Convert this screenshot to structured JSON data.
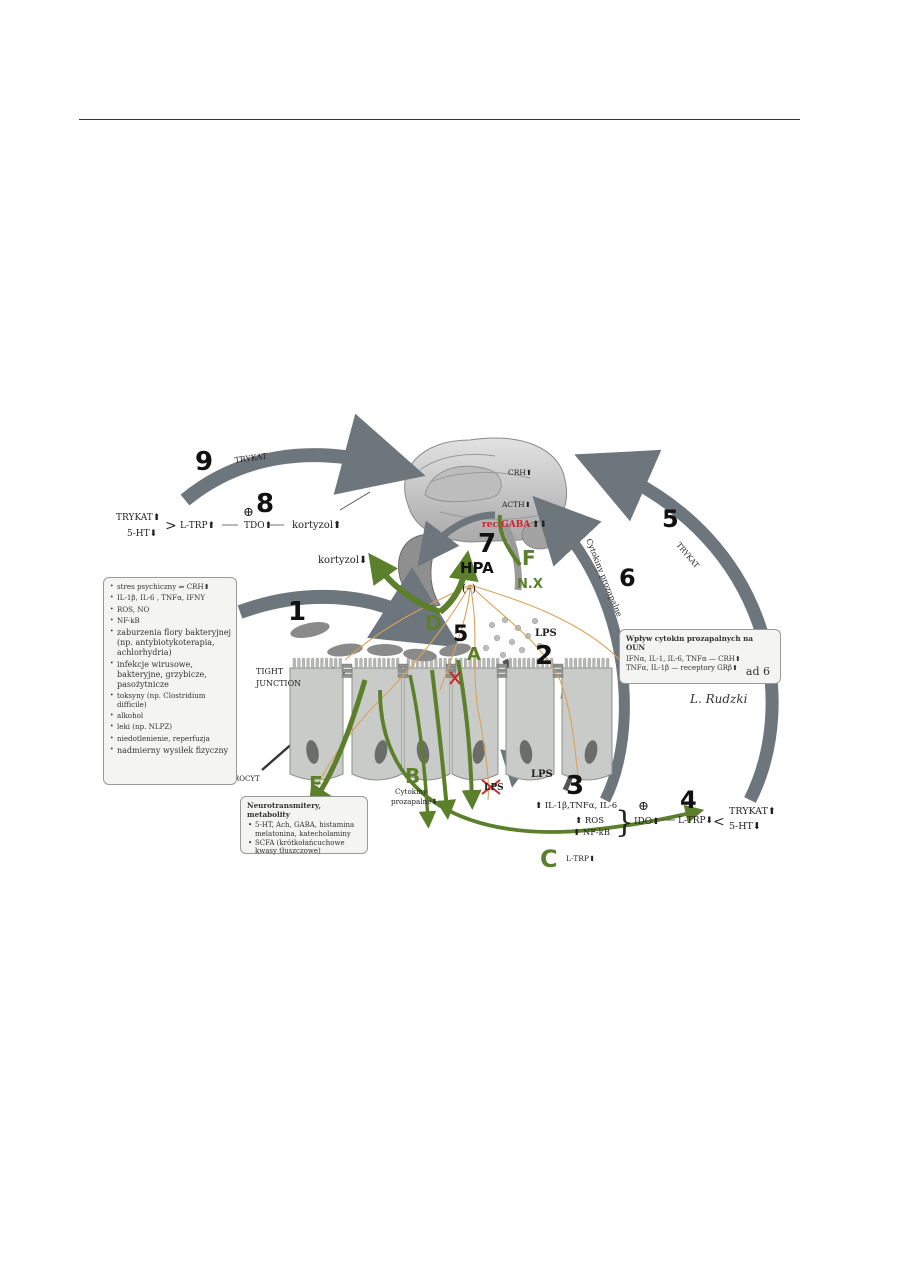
{
  "pathways": {
    "p1": "1",
    "p2": "2",
    "p3": "3",
    "p4": "4",
    "p5": "5",
    "p5b": "5",
    "p6": "6",
    "p7": "7",
    "p8": "8",
    "p9": "9",
    "pA": "A",
    "pB": "B",
    "pC": "C",
    "pD": "D",
    "pE": "E",
    "pF": "F"
  },
  "labels": {
    "trykat_top": "TRYKAT",
    "trykat_left_up": "TRYKAT⬆",
    "ht5_left_down": "5-HT⬇",
    "ltrp_left": "L-TRP⬆",
    "tdo": "TDO⬆",
    "kortyzol_up": "kortyzol⬆",
    "kortyzol_down": "kortyzol⬇",
    "oplus_left": "⊕",
    "crh": "CRH⬆",
    "acth": "ACTH⬆",
    "rec_gaba": "rec.GABA",
    "rec_gaba_arrows": "⬆⬇",
    "hpa": "HPA",
    "minus": "(–)",
    "nx": "N.X",
    "lps_top": "LPS",
    "lps_bottom": "LPS",
    "lps_crossed": "LPS",
    "tight_junction_1": "TIGHT",
    "tight_junction_2": "JUNCTION",
    "enterocyt": "ENTEROCYT",
    "cytokiny_1": "Cytokiny",
    "cytokiny_2": "prozapalne⬇",
    "cytokines_line1": "⬆ IL-1β,TNFα, IL-6",
    "ros": "⬆ ROS",
    "nfkb": "⬆ NF-kB",
    "oplus_right": "⊕",
    "ido": "IDO⬆",
    "ltrp_right": "L-TRP⬇",
    "trykat_right_up": "TRYKAT⬆",
    "ht5_right_down": "5-HT⬇",
    "ltrp_c": "L-TRP⬆",
    "cytokiny_arrow_label": "Cytokiny prozapalne",
    "trykat_right_arc": "TRYKAT",
    "signature": "L. Rudzki"
  },
  "left_box": {
    "items": [
      "stres psychiczny ⇒ CRH⬆",
      "IL-1β, IL-6 , TNFα, IFNY",
      "ROS, NO",
      "NF-kB",
      "zaburzenia flory bakteryjnej (np. antybiotykoterapia, achlorhydria)",
      "infekcje wirusowe, bakteryjne, grzybicze, pasożytnicze",
      "toksyny (np. Clostridium difficile)",
      "alkohol",
      "leki (np. NLPZ)",
      "niedotlenienie, reperfuzja",
      "nadmierny wysiłek fizyczny"
    ]
  },
  "right_box": {
    "title": "Wpływ cytokin prozapalnych na OUN",
    "line1": "IFNα, IL-1, IL-6, TNFα — CRH⬆",
    "line2": "TNFα, IL-1β — receptory GRβ⬆",
    "ad": "ad 6"
  },
  "bottom_box": {
    "title": "Neurotransmitery, metabolity",
    "item1": "5-HT, Ach, GABA, histamina melatonina, katecholaminy",
    "item2": "SCFA (krótkołańcuchowe kwasy tłuszczowe)"
  },
  "colors": {
    "green": "#5b7f2a",
    "gray_arrow": "#6d767c",
    "nerve": "#d9a25a",
    "cell": "#c9cbc8"
  }
}
